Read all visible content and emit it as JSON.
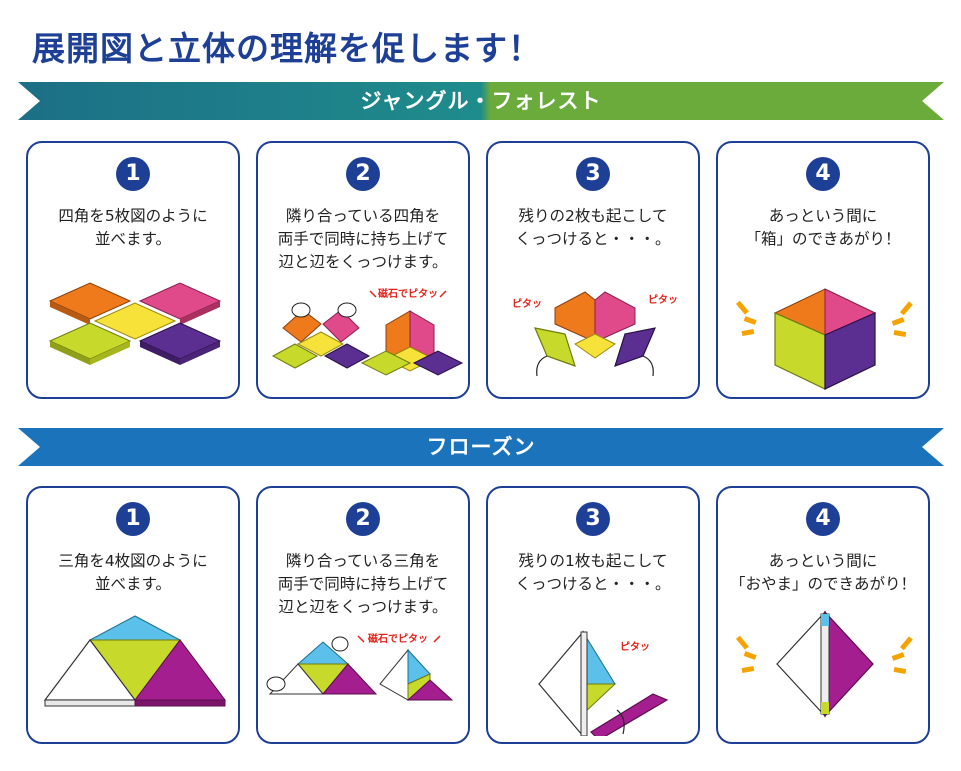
{
  "title": "展開図と立体の理解を促します！",
  "sections": [
    {
      "name": "ジャングル・フォレスト",
      "steps": [
        {
          "num": "1",
          "lines": [
            "四角を5枚図のように",
            "並べます。"
          ]
        },
        {
          "num": "2",
          "lines": [
            "隣り合っている四角を",
            "両手で同時に持ち上げて",
            "辺と辺をくっつけます。"
          ],
          "callout": "磁石でピタッ"
        },
        {
          "num": "3",
          "lines": [
            "残りの2枚も起こして",
            "くっつけると・・・。"
          ],
          "callout": "ピタッ"
        },
        {
          "num": "4",
          "lines": [
            "あっという間に",
            "「箱」のできあがり！"
          ]
        }
      ]
    },
    {
      "name": "フローズン",
      "steps": [
        {
          "num": "1",
          "lines": [
            "三角を4枚図のように",
            "並べます。"
          ]
        },
        {
          "num": "2",
          "lines": [
            "隣り合っている三角を",
            "両手で同時に持ち上げて",
            "辺と辺をくっつけます。"
          ],
          "callout": "磁石でピタッ"
        },
        {
          "num": "3",
          "lines": [
            "残りの1枚も起こして",
            "くっつけると・・・。"
          ],
          "callout": "ピタッ"
        },
        {
          "num": "4",
          "lines": [
            "あっという間に",
            "「おやま」のできあがり！"
          ]
        }
      ]
    }
  ],
  "colors": {
    "navy": "#1e3f96",
    "teal": "#1c7f8c",
    "green": "#6aab3c",
    "blue": "#1b74bb",
    "orange": "#ee7a1c",
    "pink": "#e14a8a",
    "yellow": "#f7e23a",
    "lime": "#c7d92b",
    "purple": "#5b2e91",
    "lightblue": "#5bc0ea",
    "magenta": "#a51e8f",
    "red": "#e2231a"
  }
}
